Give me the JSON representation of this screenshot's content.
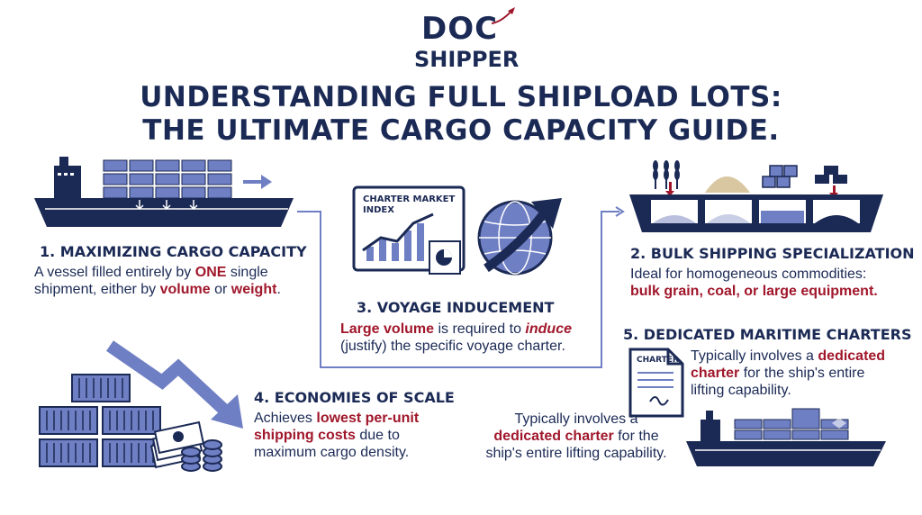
{
  "logo": {
    "line1": "DOC",
    "line2": "SHIPPER"
  },
  "title": {
    "line1": "UNDERSTANDING FULL SHIPLOAD LOTS:",
    "line2": "THE ULTIMATE CARGO CAPACITY GUIDE."
  },
  "sections": {
    "s1": {
      "heading": "1. MAXIMIZING CARGO CAPACITY",
      "l1a": "A vessel filled entirely by ",
      "l1b": "ONE",
      "l1c": " single",
      "l2a": "shipment, either by ",
      "l2b": "volume",
      "l2c": " or ",
      "l2d": "weight",
      "l2e": "."
    },
    "s2": {
      "heading": "2. BULK SHIPPING SPECIALIZATION",
      "l1": "Ideal for homogeneous commodities:",
      "l2": "bulk grain, coal, or large equipment."
    },
    "s3": {
      "heading": "3. VOYAGE INDUCEMENT",
      "chart_label1": "CHARTER MARKET",
      "chart_label2": "INDEX",
      "l1a": "Large volume",
      "l1b": " is required to ",
      "l1c": "induce",
      "l2": "(justify) the specific voyage charter."
    },
    "s4": {
      "heading": "4. ECONOMIES OF SCALE",
      "l1a": "Achieves ",
      "l1b": "lowest per-unit",
      "l2a": "shipping costs",
      "l2b": " due to",
      "l3": "maximum cargo density."
    },
    "s5": {
      "heading": "5. DEDICATED MARITIME CHARTERS",
      "doc_label": "CHARTER",
      "l1a": "Typically involves a ",
      "l1b": "dedicated",
      "l2a": "charter",
      "l2b": " for the ship's entire",
      "l3": "lifting capability."
    },
    "s6": {
      "l1": "Typically involves a",
      "l2a": "dedicated charter",
      "l2b": " for the",
      "l3": "ship's entire lifting capability."
    }
  },
  "colors": {
    "navy": "#1b2a55",
    "accent_red": "#a0172b",
    "periwinkle": "#6f7fc4"
  },
  "icons": [
    "container-ship-icon",
    "bulk-ship-icon",
    "grain-icon",
    "charter-market-chart-icon",
    "globe-arrow-icon",
    "down-trend-arrow-icon",
    "container-stack-icon",
    "money-coins-icon",
    "charter-document-icon",
    "cargo-ship-icon",
    "logo-plane-icon"
  ]
}
